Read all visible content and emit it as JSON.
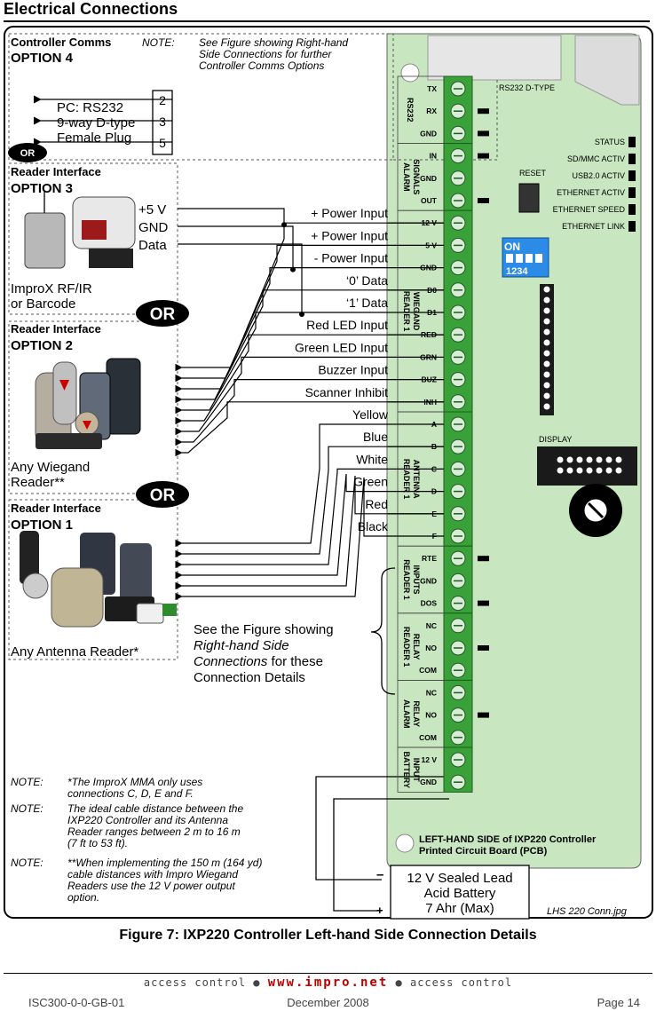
{
  "page": {
    "heading": "Electrical Connections",
    "caption": "Figure 7:  IXP220 Controller Left-hand Side Connection Details",
    "footer": {
      "banner_left": "access control",
      "banner_url": "www.impro.net",
      "banner_right": "access control",
      "doc_id": "ISC300-0-0-GB-01",
      "date": "December 2008",
      "page": "Page 14"
    }
  },
  "left": {
    "comms": {
      "title1": "Controller Comms",
      "title2": "OPTION 4",
      "note_label": "NOTE:",
      "note_lines": [
        "See Figure showing Right-hand",
        "Side Connections for further",
        "Controller Comms Options"
      ],
      "pc_lines": [
        "PC: RS232",
        "9-way D-type",
        "Female Plug"
      ],
      "pins": [
        "2",
        "3",
        "5"
      ]
    },
    "or_badge": "OR",
    "option3": {
      "title1": "Reader Interface",
      "title2": "OPTION 3",
      "supply": [
        "+5 V",
        "GND",
        "Data"
      ],
      "caption": [
        "ImproX RF/IR",
        "or Barcode"
      ]
    },
    "option2": {
      "title1": "Reader Interface",
      "title2": "OPTION 2",
      "caption": [
        "Any Wiegand",
        "Reader**"
      ]
    },
    "option1": {
      "title1": "Reader Interface",
      "title2": "OPTION 1",
      "caption": "Any Antenna Reader*"
    },
    "wiegand_labels": [
      "+ Power Input",
      "+ Power Input",
      "- Power Input",
      "‘0’ Data",
      "‘1’ Data",
      "Red LED Input",
      "Green LED Input",
      "Buzzer Input",
      "Scanner Inhibit"
    ],
    "antenna_labels": [
      "Yellow",
      "Blue",
      "White",
      "Green",
      "Red",
      "Black"
    ],
    "see_figure": {
      "line1": "See the Figure showing",
      "line2": "Right-hand Side",
      "line3_italic": "Connections",
      "line3_rest": " for these",
      "line4": "Connection Details"
    },
    "notes": [
      {
        "label": "NOTE:",
        "lines": [
          "*The ImproX MMA only uses",
          "connections C, D, E and F."
        ]
      },
      {
        "label": "NOTE:",
        "lines": [
          "The ideal cable distance between the",
          "IXP220 Controller and its Antenna",
          "Reader ranges between 2 m to 16 m",
          "(7 ft to 53 ft)."
        ]
      },
      {
        "label": "NOTE:",
        "lines": [
          "**When implementing the 150 m (164 yd)",
          "cable distances with Impro Wiegand",
          "Readers use the 12 V power output",
          "option."
        ]
      }
    ],
    "battery": {
      "lines": [
        "12 V Sealed Lead",
        "Acid Battery",
        "7 Ahr (Max)"
      ],
      "minus": "–",
      "plus": "+"
    }
  },
  "pcb": {
    "rs232_dtype": "RS232 D-TYPE",
    "groups": [
      {
        "label": [
          "RS232"
        ],
        "pins": [
          "TX",
          "RX",
          "GND"
        ]
      },
      {
        "label": [
          "ALARM",
          "SIGNALS"
        ],
        "pins": [
          "IN",
          "GND",
          "OUT"
        ]
      },
      {
        "label": [
          "READER 1",
          "WIEGAND"
        ],
        "pins": [
          "12 V",
          "5 V",
          "GND",
          "D0",
          "D1",
          "RED",
          "GRN",
          "BUZ",
          "INH"
        ]
      },
      {
        "label": [
          "READER 1",
          "ANTENNA"
        ],
        "pins": [
          "A",
          "B",
          "C",
          "D",
          "E",
          "F"
        ]
      },
      {
        "label": [
          "READER 1",
          "INPUTS"
        ],
        "pins": [
          "RTE",
          "GND",
          "DOS"
        ]
      },
      {
        "label": [
          "READER 1",
          "RELAY"
        ],
        "pins": [
          "NC",
          "NO",
          "COM"
        ]
      },
      {
        "label": [
          "ALARM",
          "RELAY"
        ],
        "pins": [
          "NC",
          "NO",
          "COM"
        ]
      },
      {
        "label": [
          "BATTERY",
          "INPUT"
        ],
        "pins": [
          "12 V",
          "GND"
        ]
      }
    ],
    "reset_label": "RESET",
    "status_leds": [
      "STATUS",
      "SD/MMC ACTIV",
      "USB2.0 ACTIV",
      "ETHERNET ACTIV",
      "ETHERNET SPEED",
      "ETHERNET LINK"
    ],
    "dip": {
      "on": "ON",
      "numbers": "1234"
    },
    "display_label": "DISPLAY",
    "title1": "LEFT-HAND SIDE of IXP220 Controller",
    "title2": "Printed Circuit Board (PCB)",
    "image_tag": "LHS 220 Conn.jpg"
  }
}
